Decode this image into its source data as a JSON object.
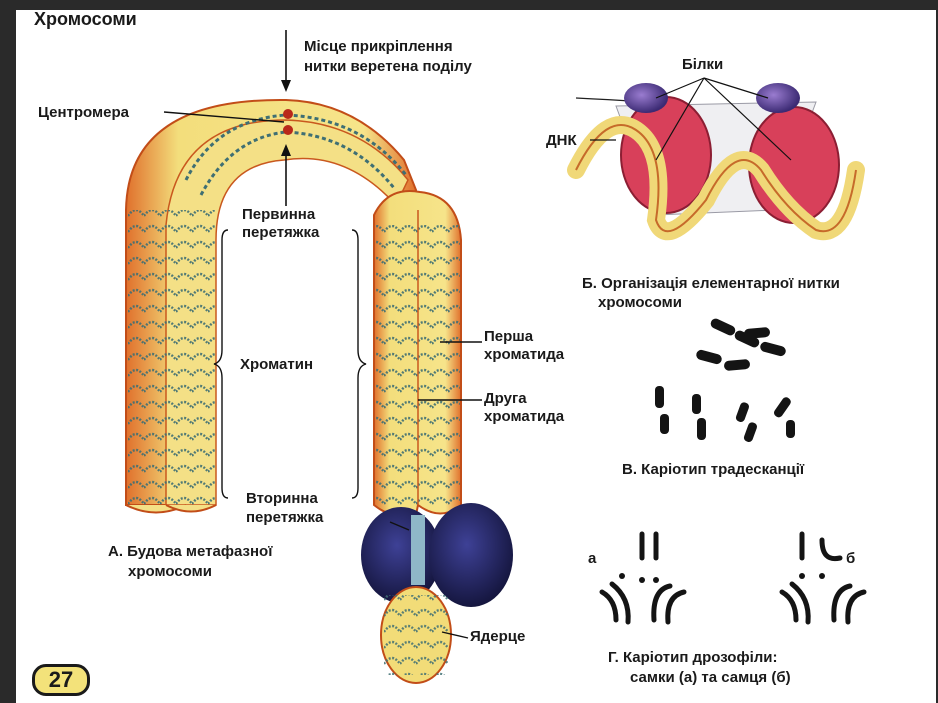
{
  "title": "Хромосоми",
  "panel_a": {
    "spindle_label_1": "Місце прикріплення",
    "spindle_label_2": "нитки веретена поділу",
    "centromere": "Центромера",
    "primary_1": "Первинна",
    "primary_2": "перетяжка",
    "chromatin": "Хроматин",
    "first_chromatid_1": "Перша",
    "first_chromatid_2": "хроматида",
    "second_chromatid_1": "Друга",
    "second_chromatid_2": "хроматида",
    "secondary_1": "Вторинна",
    "secondary_2": "перетяжка",
    "nucleolus": "Ядерце",
    "caption_1": "А. Будова метафазної",
    "caption_2": "хромосоми"
  },
  "panel_b": {
    "proteins": "Білки",
    "dna": "ДНК",
    "caption_1": "Б. Організація елементарної нитки",
    "caption_2": "хромосоми"
  },
  "panel_c": {
    "caption": "В. Каріотип традесканції"
  },
  "panel_d": {
    "label_a": "а",
    "label_b": "б",
    "caption_1": "Г. Каріотип дрозофіли:",
    "caption_2": "самки (а) та самця (б)"
  },
  "page_number": "27",
  "colors": {
    "chromosome_fill": "#f2dc78",
    "chromosome_edge": "#d9641f",
    "beads": "#3f6f73",
    "nucleolus": "#2b2d6e",
    "dna_ribbon": "#f0d878",
    "histone": "#d8405a",
    "protein": "#6a4fa0"
  }
}
